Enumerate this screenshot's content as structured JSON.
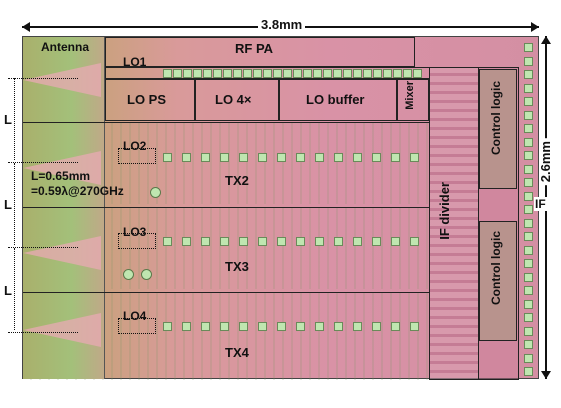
{
  "dimensions": {
    "width_label": "3.8mm",
    "height_label": "2.6mm",
    "L": "L"
  },
  "blocks": {
    "antenna": "Antenna",
    "rf_pa": "RF PA",
    "lo1": "LO1",
    "lo_ps": "LO PS",
    "lo_4x": "LO 4×",
    "lo_buffer": "LO buffer",
    "mixer": "Mixer",
    "lo2": "LO2",
    "tx2": "TX2",
    "lo3": "LO3",
    "tx3": "TX3",
    "lo4": "LO4",
    "tx4": "TX4",
    "if_divider": "IF divider",
    "control_logic_top": "Control logic",
    "control_logic_bottom": "Control logic",
    "if": "IF"
  },
  "annotation": {
    "line1": "L=0.65mm",
    "line2": "=0.59λ@270GHz"
  },
  "colors": {
    "die": "#d992a6",
    "antenna": "#a3c07a",
    "pad": "#bfe6b0",
    "outline": "#222222"
  }
}
